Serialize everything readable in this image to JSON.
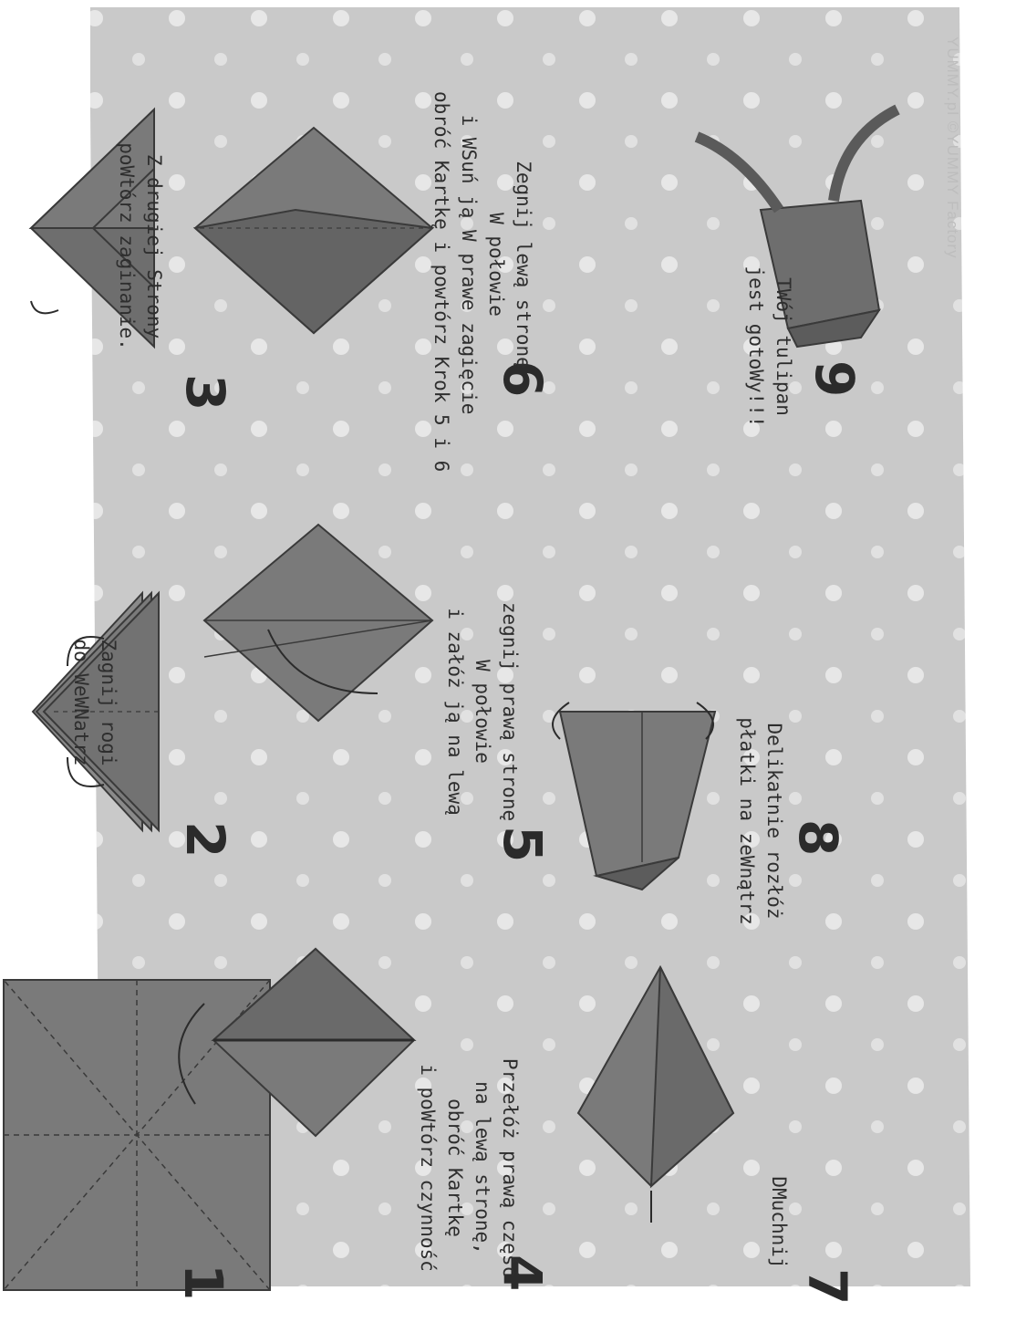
{
  "steps": [
    {
      "number": "1"
    },
    {
      "number": "2",
      "lines": [
        "Zagnij rogi",
        "do WeWNatrz"
      ]
    },
    {
      "number": "3",
      "lines": [
        "Z drugiej Strony",
        "poWtórz zaginanie."
      ]
    },
    {
      "number": "4",
      "lines": [
        "Przełóż prawą część",
        "na lewą stronę,",
        "obróć Kartkę",
        "i poWtórz czynność"
      ]
    },
    {
      "number": "5",
      "lines": [
        "zegnij prawą stronę",
        "W połowie",
        "i załóż ją na lewą"
      ]
    },
    {
      "number": "6",
      "lines": [
        "Zegnij lewą stronę",
        "W połowie",
        "i WSuń ją W prawe zagięcie",
        "obróć Kartkę i powtórz Krok 5 i 6"
      ]
    },
    {
      "number": "7",
      "lines": [
        "DMuchnij"
      ]
    },
    {
      "number": "8",
      "lines": [
        "Delikatnie rozłóż",
        "płatki na zeWnątrz"
      ]
    },
    {
      "number": "9",
      "lines": [
        "TWój tulipan",
        "jest gotoWy!!!"
      ]
    }
  ],
  "credit": "YUMMY.pl ©YUMMY Factory",
  "colors": {
    "board": "#c9c9c9",
    "paper": "#7a7a7a",
    "paper_dark": "#5f5f5f",
    "ink": "#2b2b2b"
  }
}
